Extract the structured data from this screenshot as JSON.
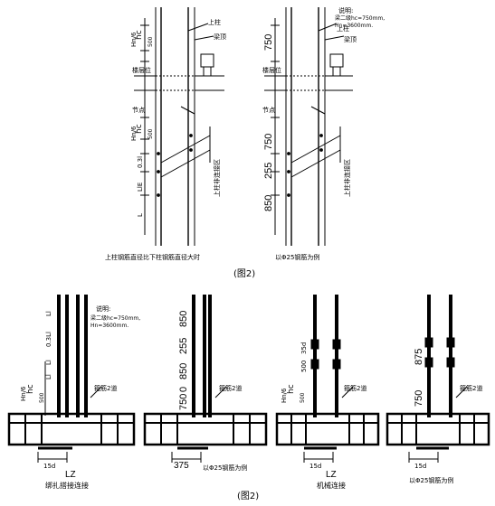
{
  "figure_captions": {
    "top": "(图2)",
    "bottom": "(图2)"
  },
  "top_left": {
    "caption": "上柱钢筋直径比下柱钢筋直径大时",
    "labels": {
      "upper_column": "上柱",
      "beam": "梁顶",
      "floor": "楼层位",
      "joint": "节点",
      "conn_zone": "上柱非连接区"
    },
    "dims": {
      "a": "Hn/6",
      "b": "hc",
      "c": "500",
      "d": "Hn/6",
      "e": "hc",
      "f": "500",
      "g": "0.3l",
      "h": "LlE",
      "i": "L"
    }
  },
  "top_right": {
    "caption": "以Φ25钢筋为例",
    "note": [
      "说明:",
      "梁二级hc=750mm,",
      "Hn=3600mm."
    ],
    "labels": {
      "upper_column": "上柱",
      "beam": "梁顶",
      "floor": "楼层位",
      "joint": "节点",
      "conn_zone": "上柱非连接区"
    },
    "dims": [
      "750",
      "750",
      "255",
      "850"
    ]
  },
  "bottom": {
    "panels": [
      {
        "caption": "绑扎搭接连接",
        "lz": "LZ",
        "stirrup": "箍筋2道",
        "d15": "15d",
        "note": [
          "说明:",
          "梁二级hc=750mm,",
          "Hn=3600mm."
        ],
        "dims": [
          "Ll",
          "0.3Ll",
          "Ll",
          "Ll",
          "Hn/6",
          "hc",
          "500"
        ]
      },
      {
        "caption": "以Φ25钢筋为例",
        "stirrup": "箍筋2道",
        "d15": "375",
        "dims": [
          "850",
          "255",
          "850",
          "0",
          "750"
        ]
      },
      {
        "caption": "机械连接",
        "lz": "LZ",
        "stirrup": "箍筋2道",
        "d15": "15d",
        "dims": [
          "35d",
          "500",
          "Hn/6",
          "hc",
          "500"
        ]
      },
      {
        "caption": "以Φ25钢筋为例",
        "stirrup": "箍筋2道",
        "d15": "15d",
        "dims": [
          "875",
          "750"
        ]
      }
    ]
  }
}
